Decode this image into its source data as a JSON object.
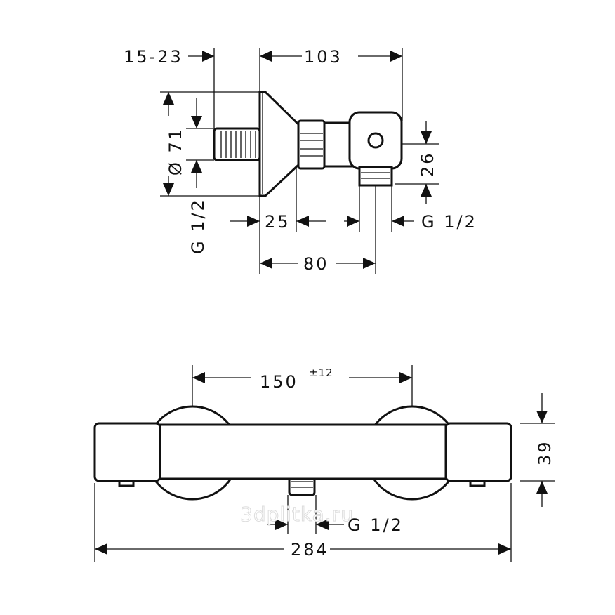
{
  "side_view": {
    "dim_projection": "15-23",
    "dim_depth": "103",
    "dim_diameter": "Ø 71",
    "dim_wall_thread": "G 1/2",
    "dim_offset": "25",
    "dim_outlet_thread": "G 1/2",
    "dim_total_depth": "80",
    "dim_height": "26"
  },
  "front_view": {
    "dim_centers": "150",
    "dim_centers_tolerance": "±12",
    "dim_height": "39",
    "dim_outlet_thread": "G 1/2",
    "dim_width": "284"
  },
  "watermark": "3dplitka.ru"
}
